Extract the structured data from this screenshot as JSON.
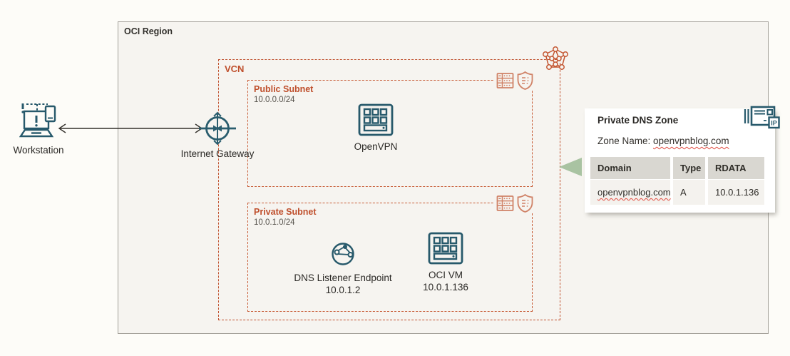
{
  "colors": {
    "background": "#fdfcf8",
    "region_background": "#f6f4f0",
    "region_border": "#a3a099",
    "teal_icon": "#27596b",
    "orange_accent": "#bf4f2c",
    "subnet_icon_orange": "#d08267",
    "green_pointer": "#a9c3a2",
    "table_header_bg": "#d9d7d1",
    "table_row_bg": "#f4f2ee",
    "squiggle_red": "#e0483c"
  },
  "diagram": {
    "workstation": {
      "label": "Workstation",
      "icon": "workstation-laptop-icon"
    },
    "region": {
      "label": "OCI Region"
    },
    "vcn": {
      "label": "VCN",
      "icon": "vcn-network-icon"
    },
    "internet_gateway": {
      "label": "Internet Gateway",
      "icon": "internet-gateway-icon"
    },
    "public_subnet": {
      "label": "Public Subnet",
      "cidr": "10.0.0.0/24",
      "icons": [
        "route-table-icon",
        "security-list-icon"
      ],
      "nodes": [
        {
          "label": "OpenVPN",
          "icon": "vm-instance-icon"
        }
      ]
    },
    "private_subnet": {
      "label": "Private Subnet",
      "cidr": "10.0.1.0/24",
      "icons": [
        "route-table-icon",
        "security-list-icon"
      ],
      "nodes": [
        {
          "label": "DNS Listener Endpoint",
          "ip": "10.0.1.2",
          "icon": "dns-endpoint-globe-icon"
        },
        {
          "label": "OCI VM",
          "ip": "10.0.1.136",
          "icon": "vm-instance-icon"
        }
      ]
    }
  },
  "dns_zone_card": {
    "title": "Private DNS Zone",
    "icon": "dns-zone-ip-icon",
    "icon_badge": "IP",
    "zone_name_prefix": "Zone Name: ",
    "zone_name": "openvpnblog.com",
    "table": {
      "headers": [
        "Domain",
        "Type",
        "RDATA"
      ],
      "rows": [
        [
          "openvpnblog.com",
          "A",
          "10.0.1.136"
        ]
      ]
    }
  }
}
